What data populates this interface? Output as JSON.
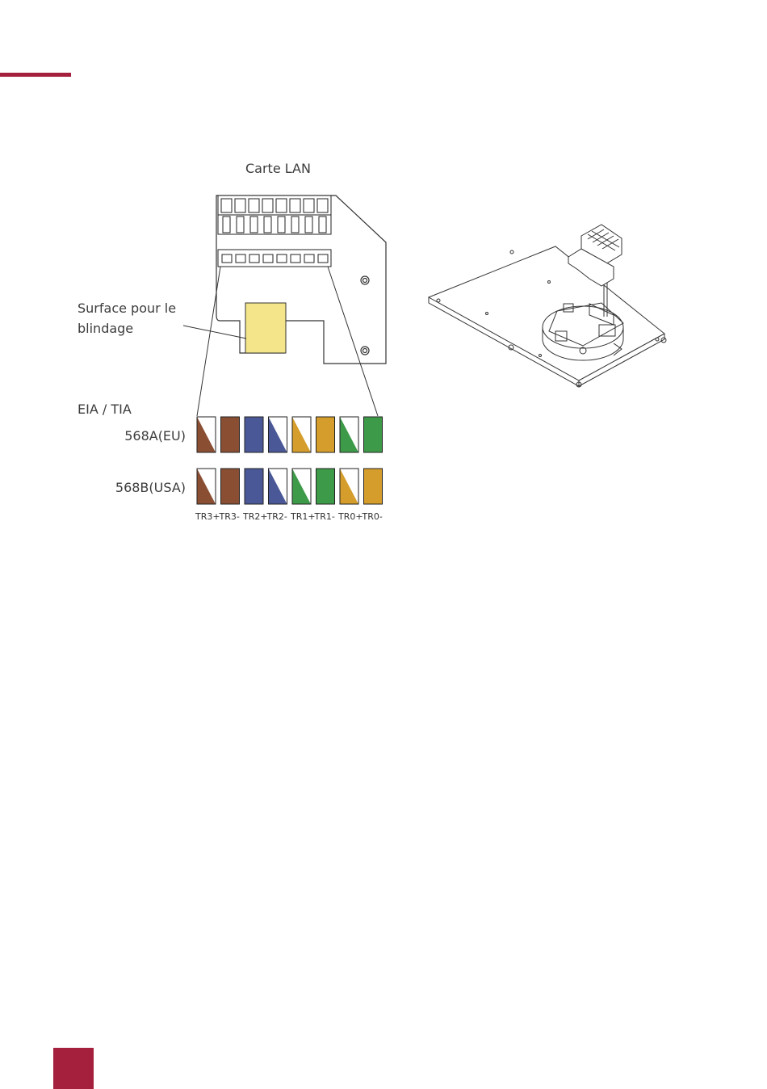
{
  "colors": {
    "accent": "#a5203d",
    "brown": "#8a4f33",
    "blue": "#4a5898",
    "orange": "#d59d2b",
    "green": "#3d9a48",
    "shield": "#f5e58a"
  },
  "diagram": {
    "title": "Carte LAN",
    "shield_label": "Surface pour le blindage",
    "standard_label": "EIA / TIA",
    "rows": [
      {
        "name": "568A(EU)",
        "wires": [
          {
            "color": "brown",
            "striped": true
          },
          {
            "color": "brown",
            "striped": false
          },
          {
            "color": "blue",
            "striped": false
          },
          {
            "color": "blue",
            "striped": true
          },
          {
            "color": "orange",
            "striped": true
          },
          {
            "color": "orange",
            "striped": false
          },
          {
            "color": "green",
            "striped": true
          },
          {
            "color": "green",
            "striped": false
          }
        ]
      },
      {
        "name": "568B(USA)",
        "wires": [
          {
            "color": "brown",
            "striped": true
          },
          {
            "color": "brown",
            "striped": false
          },
          {
            "color": "blue",
            "striped": false
          },
          {
            "color": "blue",
            "striped": true
          },
          {
            "color": "green",
            "striped": true
          },
          {
            "color": "green",
            "striped": false
          },
          {
            "color": "orange",
            "striped": true
          },
          {
            "color": "orange",
            "striped": false
          }
        ]
      }
    ],
    "pin_labels": [
      "TR3+",
      "TR3-",
      "TR2+",
      "TR2-",
      "TR1+",
      "TR1-",
      "TR0+",
      "TR0-"
    ]
  }
}
